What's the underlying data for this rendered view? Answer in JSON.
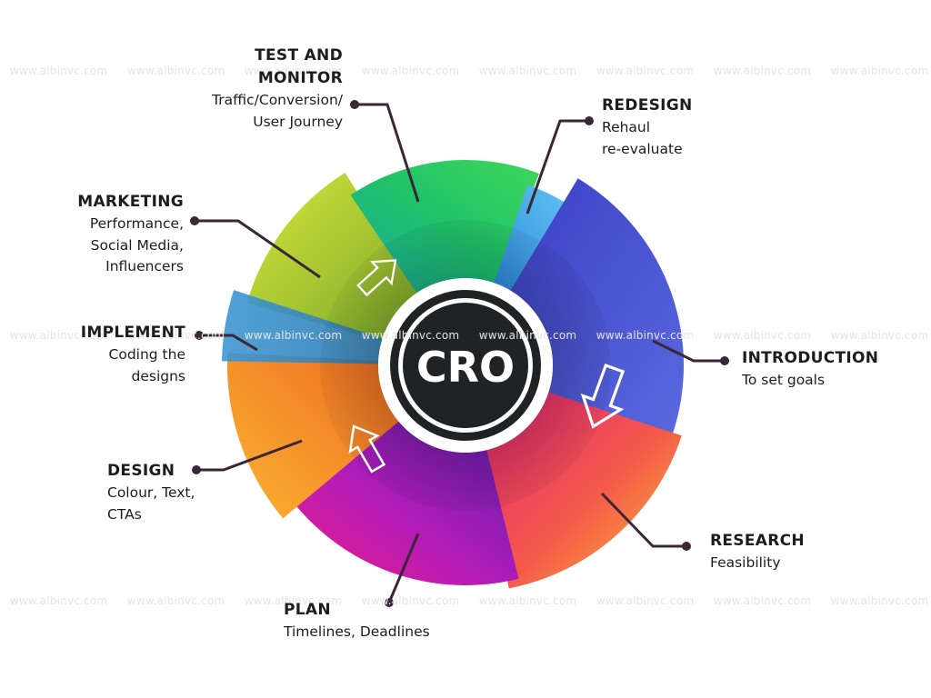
{
  "center_label": "CRO",
  "watermark": "www.albinvc.com",
  "stages": [
    {
      "id": "test-and-monitor",
      "title_lines": [
        "TEST AND",
        "MONITOR"
      ],
      "desc_lines": [
        "Traffic/Conversion/",
        "User Journey"
      ],
      "color": "#2ecc55"
    },
    {
      "id": "redesign",
      "title_lines": [
        "REDESIGN"
      ],
      "desc_lines": [
        "Rehaul",
        "re-evaluate"
      ],
      "color": "#4aa6e6"
    },
    {
      "id": "introduction",
      "title_lines": [
        "INTRODUCTION"
      ],
      "desc_lines": [
        "To set goals"
      ],
      "color": "#4c55d4"
    },
    {
      "id": "research",
      "title_lines": [
        "RESEARCH"
      ],
      "desc_lines": [
        "Feasibility"
      ],
      "color": "#f7a13a"
    },
    {
      "id": "plan",
      "title_lines": [
        "PLAN"
      ],
      "desc_lines": [
        "Timelines, Deadlines"
      ],
      "color": "#c31fb5"
    },
    {
      "id": "design",
      "title_lines": [
        "DESIGN"
      ],
      "desc_lines": [
        "Colour, Text,",
        "CTAs"
      ],
      "color": "#f7a629"
    },
    {
      "id": "implement",
      "title_lines": [
        "IMPLEMENT"
      ],
      "desc_lines": [
        "Coding the",
        "designs"
      ],
      "color": "#3a86c6"
    },
    {
      "id": "marketing",
      "title_lines": [
        "MARKETING"
      ],
      "desc_lines": [
        "Performance,",
        "Social Media,",
        "Influencers"
      ],
      "color": "#b5d92e"
    }
  ]
}
